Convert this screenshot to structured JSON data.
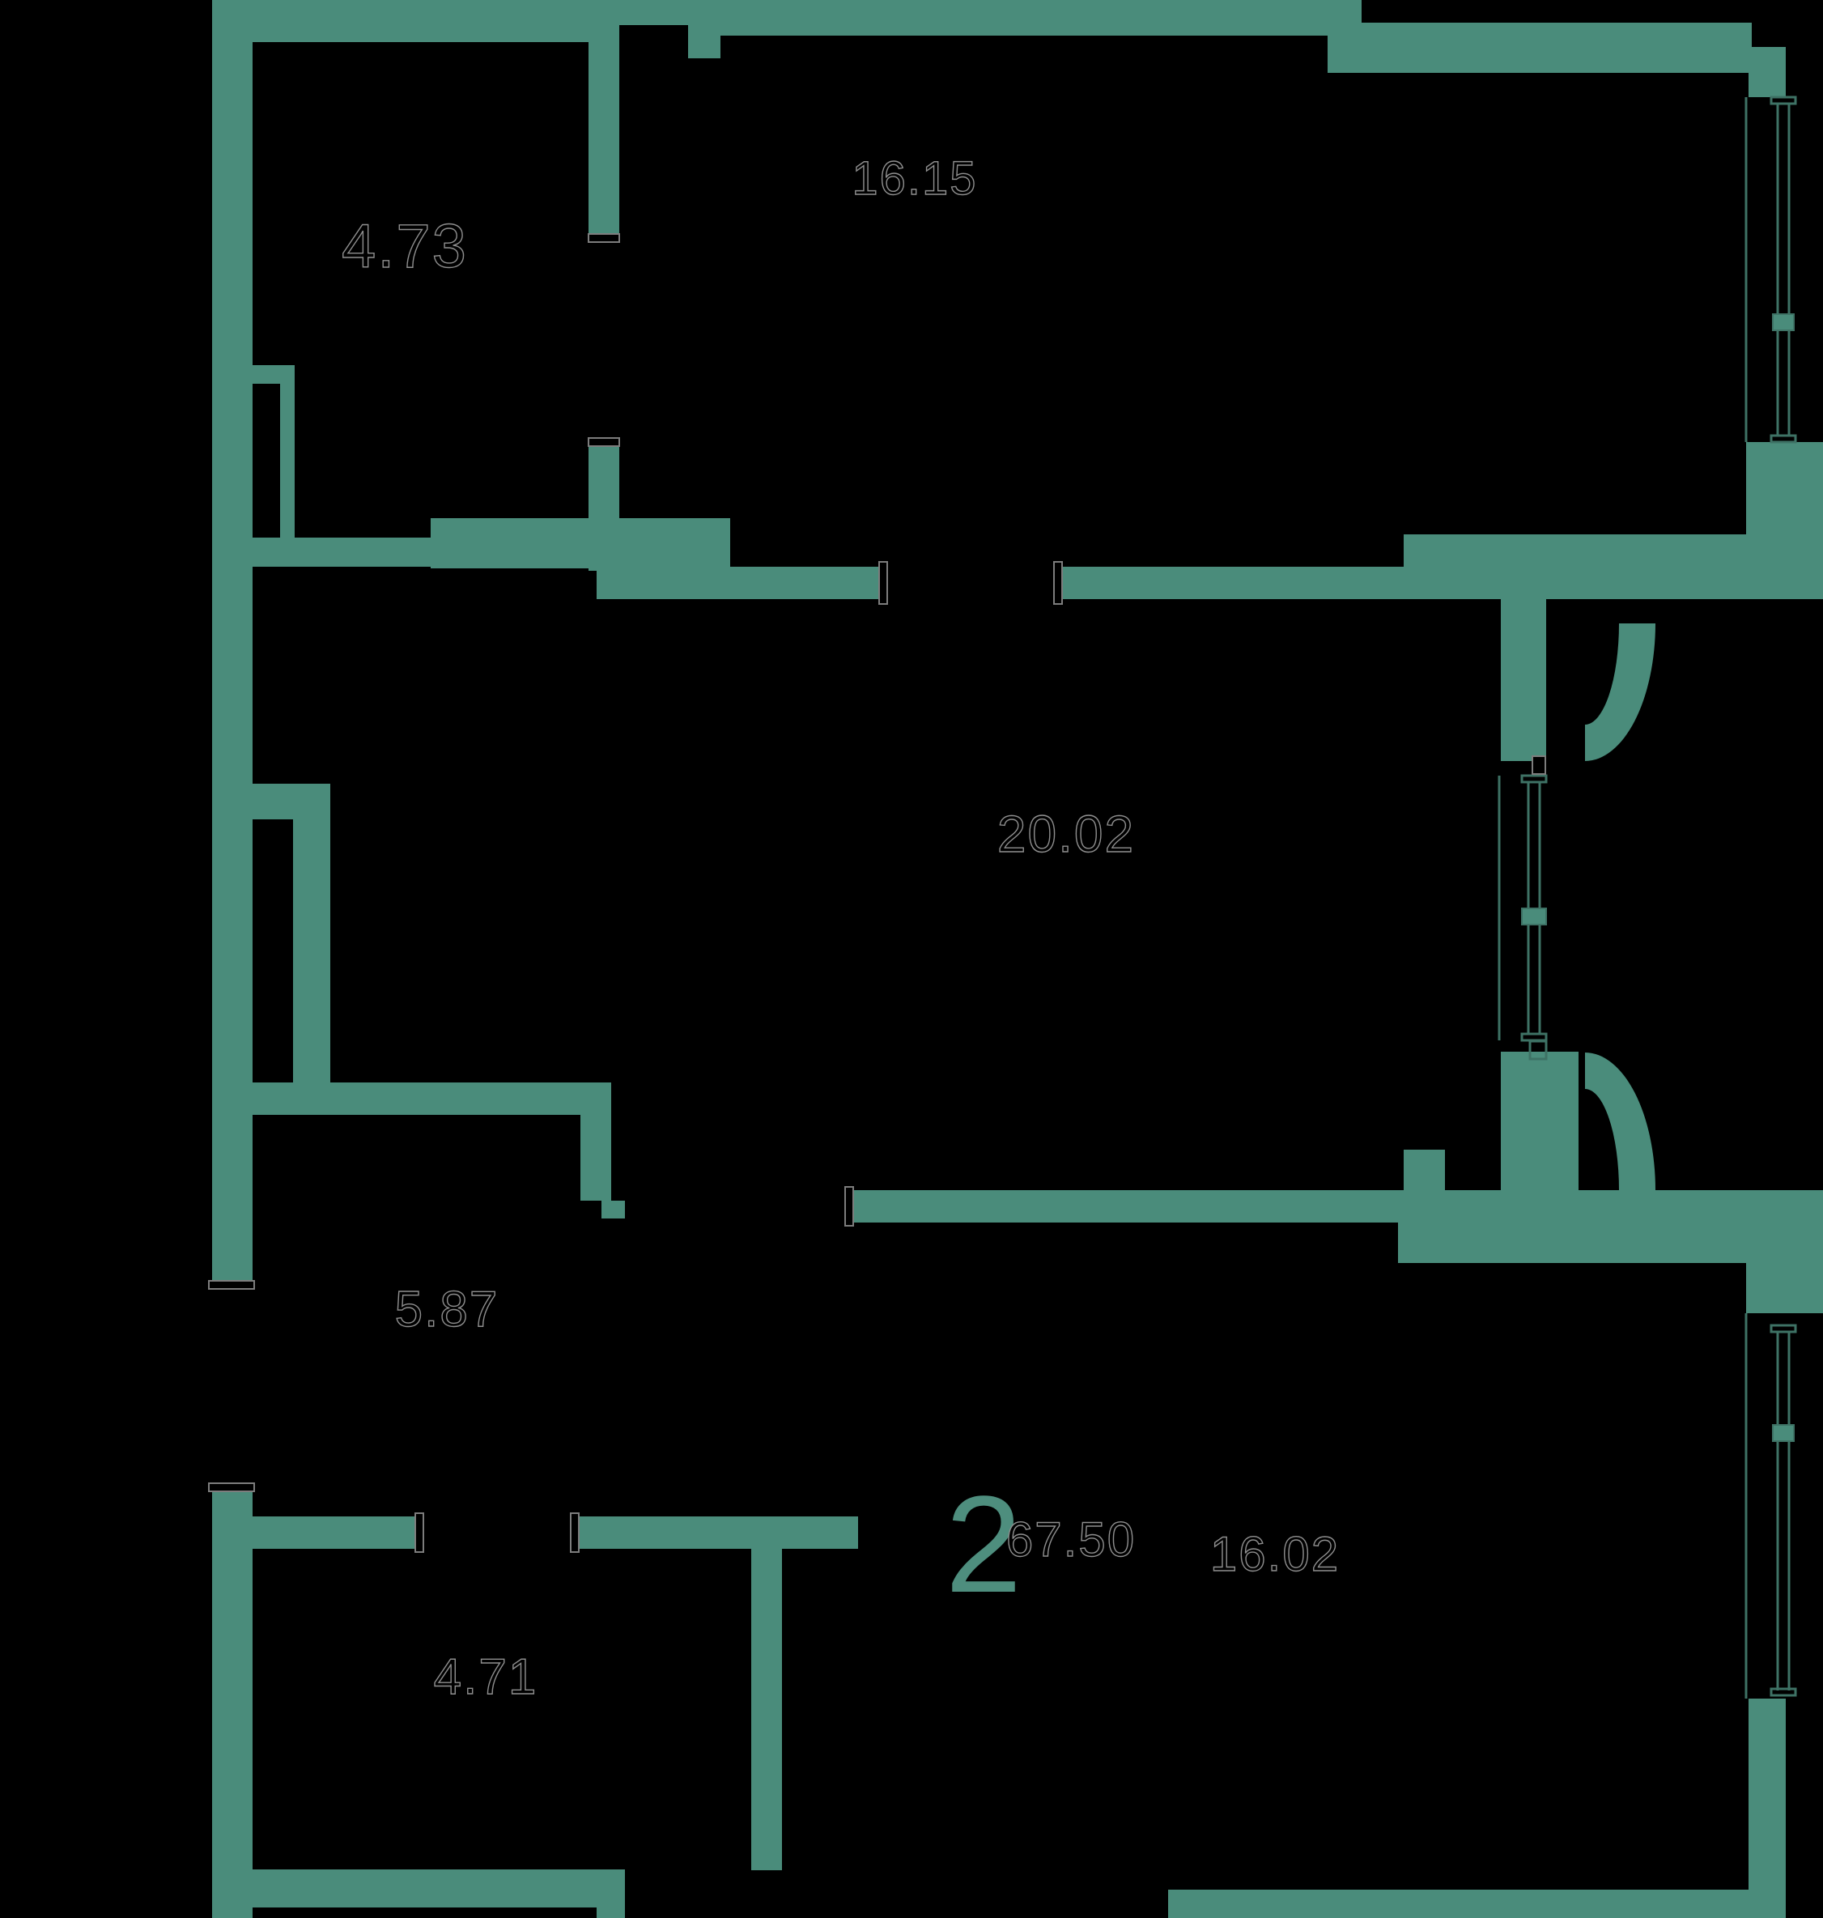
{
  "plan": {
    "unit": {
      "rooms_count": "2",
      "total_area": "67.50"
    },
    "rooms": [
      {
        "id": "room-top-left",
        "area": "4.73"
      },
      {
        "id": "room-top-center",
        "area": "16.15"
      },
      {
        "id": "room-middle",
        "area": "20.02"
      },
      {
        "id": "room-hall",
        "area": "5.87"
      },
      {
        "id": "room-bottom-left",
        "area": "4.71"
      },
      {
        "id": "room-bottom-right",
        "area": "16.02"
      }
    ],
    "colors": {
      "background": "#000000",
      "wall": "#4A8C7B",
      "accent": "#4E8E7E",
      "window_line": "#3E7265",
      "label_outline": "#8f8f8f"
    }
  }
}
